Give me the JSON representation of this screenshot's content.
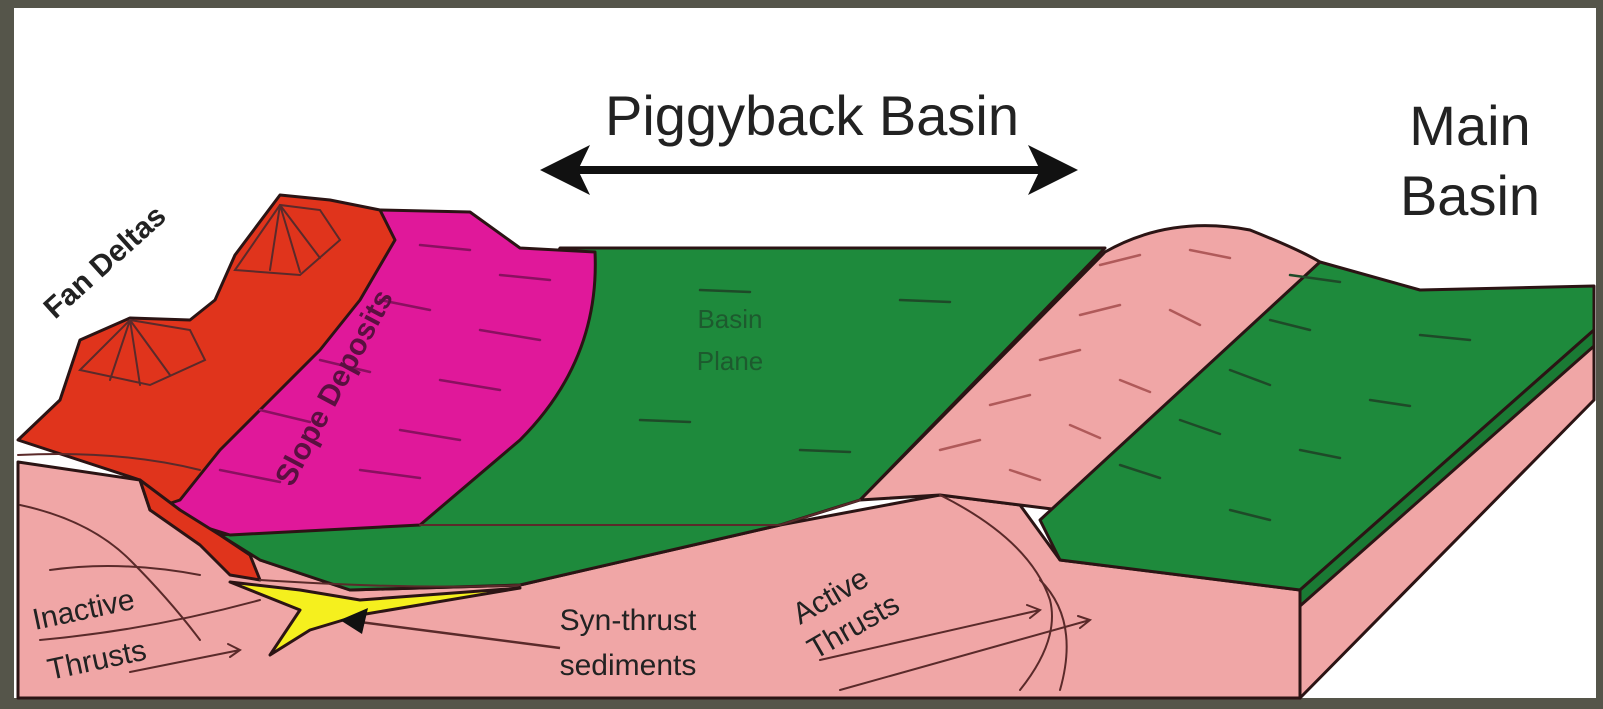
{
  "diagram": {
    "labels": {
      "piggyback_basin": "Piggyback Basin",
      "main_basin_line1": "Main",
      "main_basin_line2": "Basin",
      "fan_deltas": "Fan Deltas",
      "slope_deposits": "Slope Deposits",
      "basin_plane_line1": "Basin",
      "basin_plane_line2": "Plane",
      "inactive_thrusts_line1": "Inactive",
      "inactive_thrusts_line2": "Thrusts",
      "syn_thrust_line1": "Syn-thrust",
      "syn_thrust_line2": "sediments",
      "active_thrusts_line1": "Active",
      "active_thrusts_line2": "Thrusts"
    },
    "colors": {
      "frame": "#55554a",
      "background": "#ffffff",
      "fan_delta": "#e0341c",
      "slope_deposits": "#e0189a",
      "basin_plane": "#1e8a3c",
      "basement": "#f0a6a6",
      "syn_thrust": "#f5f01e",
      "outline": "#2b1414"
    }
  }
}
